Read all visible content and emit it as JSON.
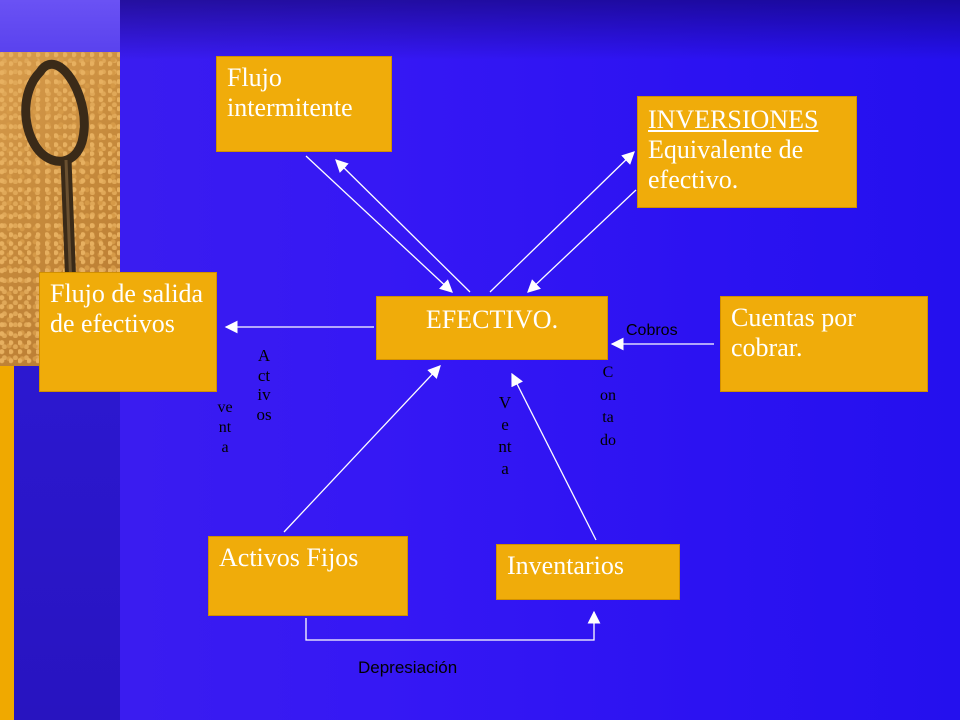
{
  "boxes": {
    "flujo_intermitente": "Flujo intermitente",
    "inversiones_title": "INVERSIONES",
    "inversiones_body": "Equivalente de efectivo.",
    "flujo_salida": "Flujo de salida de efectivos",
    "efectivo": "EFECTIVO.",
    "cuentas": "Cuentas por cobrar.",
    "activos_fijos": "Activos Fijos",
    "inventarios": "Inventarios"
  },
  "labels": {
    "cobros": "Cobros",
    "depresiacion": "Depresiación",
    "venta_activos_left": "venta",
    "activos_vertical": "Activos",
    "venta_inventario": "Venta",
    "contado": "Contado"
  },
  "colors": {
    "background": "#3a18f0",
    "box_fill": "#f0ac0a",
    "box_text": "#ffffff",
    "arrow": "#ffffff"
  }
}
